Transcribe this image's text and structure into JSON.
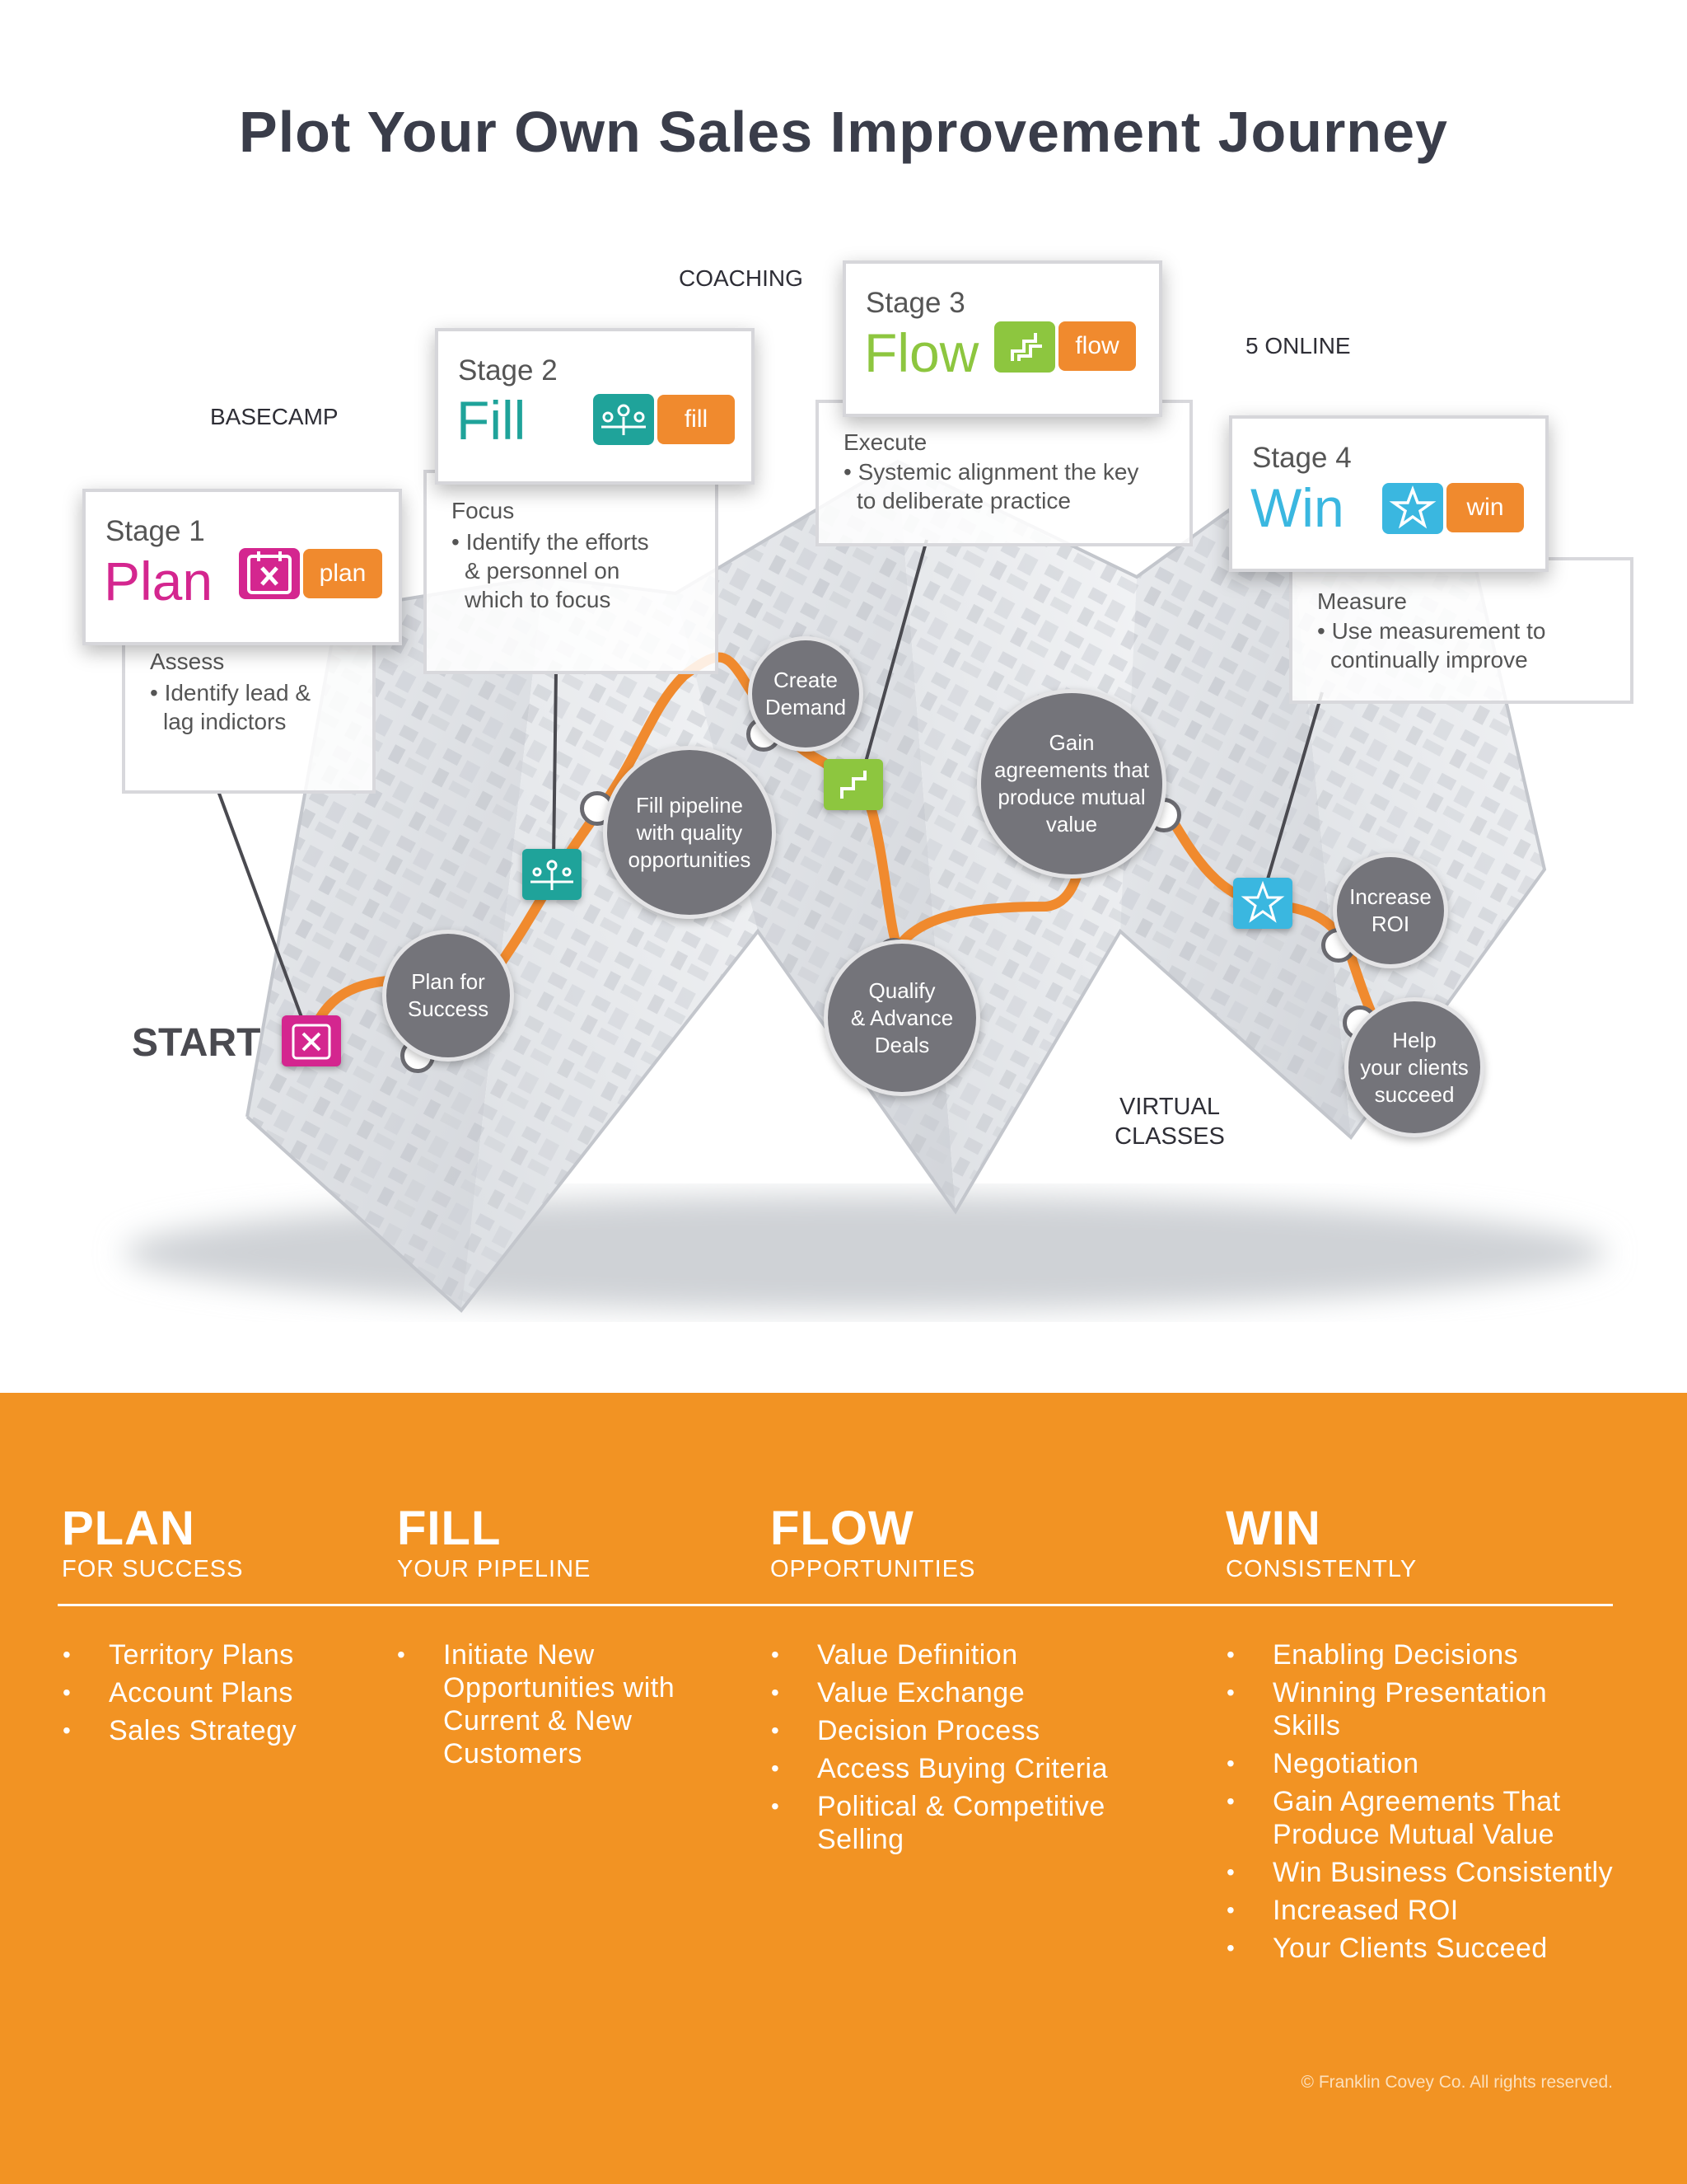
{
  "title": "Plot Your Own Sales Improvement Journey",
  "map_labels": {
    "basecamp": "BASECAMP",
    "coaching": "COACHING",
    "online": "5 ONLINE",
    "start": "START",
    "virtual": "VIRTUAL CLASSES"
  },
  "stages": [
    {
      "stage": "Stage 1",
      "name": "Plan",
      "tag": "plan",
      "color": "#d4268f",
      "icon": "calendar-x-icon",
      "note_heading": "Assess",
      "note_lines": [
        "• Identify lead &",
        "lag indictors"
      ]
    },
    {
      "stage": "Stage 2",
      "name": "Fill",
      "tag": "fill",
      "color": "#1fa39a",
      "icon": "people-network-icon",
      "note_heading": "Focus",
      "note_lines": [
        "• Identify the efforts",
        "& personnel on",
        "which to focus"
      ]
    },
    {
      "stage": "Stage 3",
      "name": "Flow",
      "tag": "flow",
      "color": "#8dc63f",
      "icon": "step-arrows-icon",
      "note_heading": "Execute",
      "note_lines": [
        "• Systemic alignment the key",
        "to deliberate practice"
      ]
    },
    {
      "stage": "Stage 4",
      "name": "Win",
      "tag": "win",
      "color": "#3ab7e0",
      "icon": "star-icon",
      "note_heading": "Measure",
      "note_lines": [
        "• Use measurement to",
        "continually improve"
      ]
    }
  ],
  "milestones": [
    {
      "lines": [
        "Plan for",
        "Success"
      ]
    },
    {
      "lines": [
        "Fill pipeline",
        "with quality",
        "opportunities"
      ]
    },
    {
      "lines": [
        "Create",
        "Demand"
      ]
    },
    {
      "lines": [
        "Qualify",
        "& Advance",
        "Deals"
      ]
    },
    {
      "lines": [
        "Gain",
        "agreements that",
        "produce mutual",
        "value"
      ]
    },
    {
      "lines": [
        "Increase",
        "ROI"
      ]
    },
    {
      "lines": [
        "Help",
        "your clients",
        "succeed"
      ]
    }
  ],
  "path_color": "#f08a2e",
  "band_color": "#f29323",
  "columns": [
    {
      "heading": "PLAN",
      "sub": "FOR SUCCESS",
      "items": [
        "Territory Plans",
        "Account Plans",
        "Sales Strategy"
      ]
    },
    {
      "heading": "FILL",
      "sub": "YOUR PIPELINE",
      "items": [
        "Initiate New Opportunities with Current & New Customers"
      ]
    },
    {
      "heading": "FLOW",
      "sub": "OPPORTUNITIES",
      "items": [
        "Value Definition",
        "Value Exchange",
        "Decision Process",
        "Access Buying Criteria",
        "Political & Competitive Selling"
      ]
    },
    {
      "heading": "WIN",
      "sub": "CONSISTENTLY",
      "items": [
        "Enabling Decisions",
        "Winning Presentation Skills",
        "Negotiation",
        "Gain Agreements That Produce Mutual Value",
        "Win Business Consistently",
        "Increased ROI",
        "Your Clients Succeed"
      ]
    }
  ],
  "copyright": "© Franklin Covey Co. All rights reserved."
}
